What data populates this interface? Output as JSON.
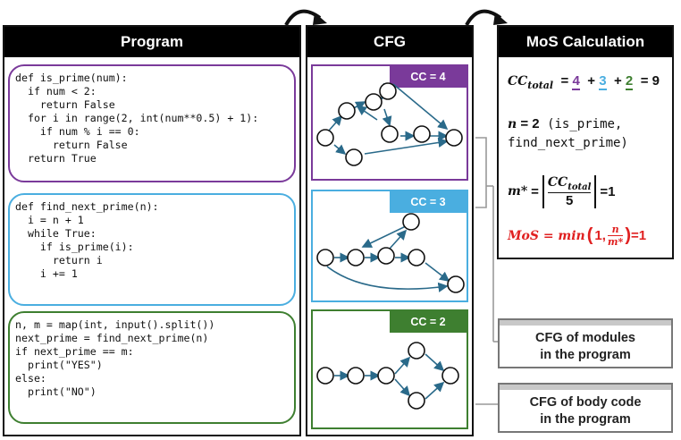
{
  "program": {
    "title": "Program",
    "code_blocks": [
      "def is_prime(num):\n  if num < 2:\n    return False\n  for i in range(2, int(num**0.5) + 1):\n    if num % i == 0:\n      return False\n  return True",
      "def find_next_prime(n):\n  i = n + 1\n  while True:\n    if is_prime(i):\n      return i\n    i += 1",
      "n, m = map(int, input().split())\nnext_prime = find_next_prime(n)\nif next_prime == m:\n  print(\"YES\")\nelse:\n  print(\"NO\")"
    ]
  },
  "cfg": {
    "title": "CFG",
    "cc_labels": [
      "CC = 4",
      "CC = 3",
      "CC = 2"
    ]
  },
  "mos": {
    "title": "MoS Calculation",
    "cc_total_label": "CC",
    "cc_total_sub": "total",
    "cc_values": [
      "4",
      "3",
      "2"
    ],
    "cc_sum": "9",
    "n_label": "n",
    "n_value": "2",
    "n_modules_1": "(is_prime,",
    "n_modules_2": "find_next_prime)",
    "mstar_label": "m*",
    "mstar_den": "5",
    "mstar_value": "1",
    "mos_label": "MoS = min",
    "mos_value": "1"
  },
  "labels": {
    "modules_1": "CFG of modules",
    "modules_2": "in the program",
    "body_1": "CFG of body code",
    "body_2": "in the program"
  },
  "colors": {
    "purple": "#7a3a9a",
    "blue": "#4aaee0",
    "green": "#3e7f30",
    "edge": "#2a6a8a",
    "red": "#e02020"
  }
}
